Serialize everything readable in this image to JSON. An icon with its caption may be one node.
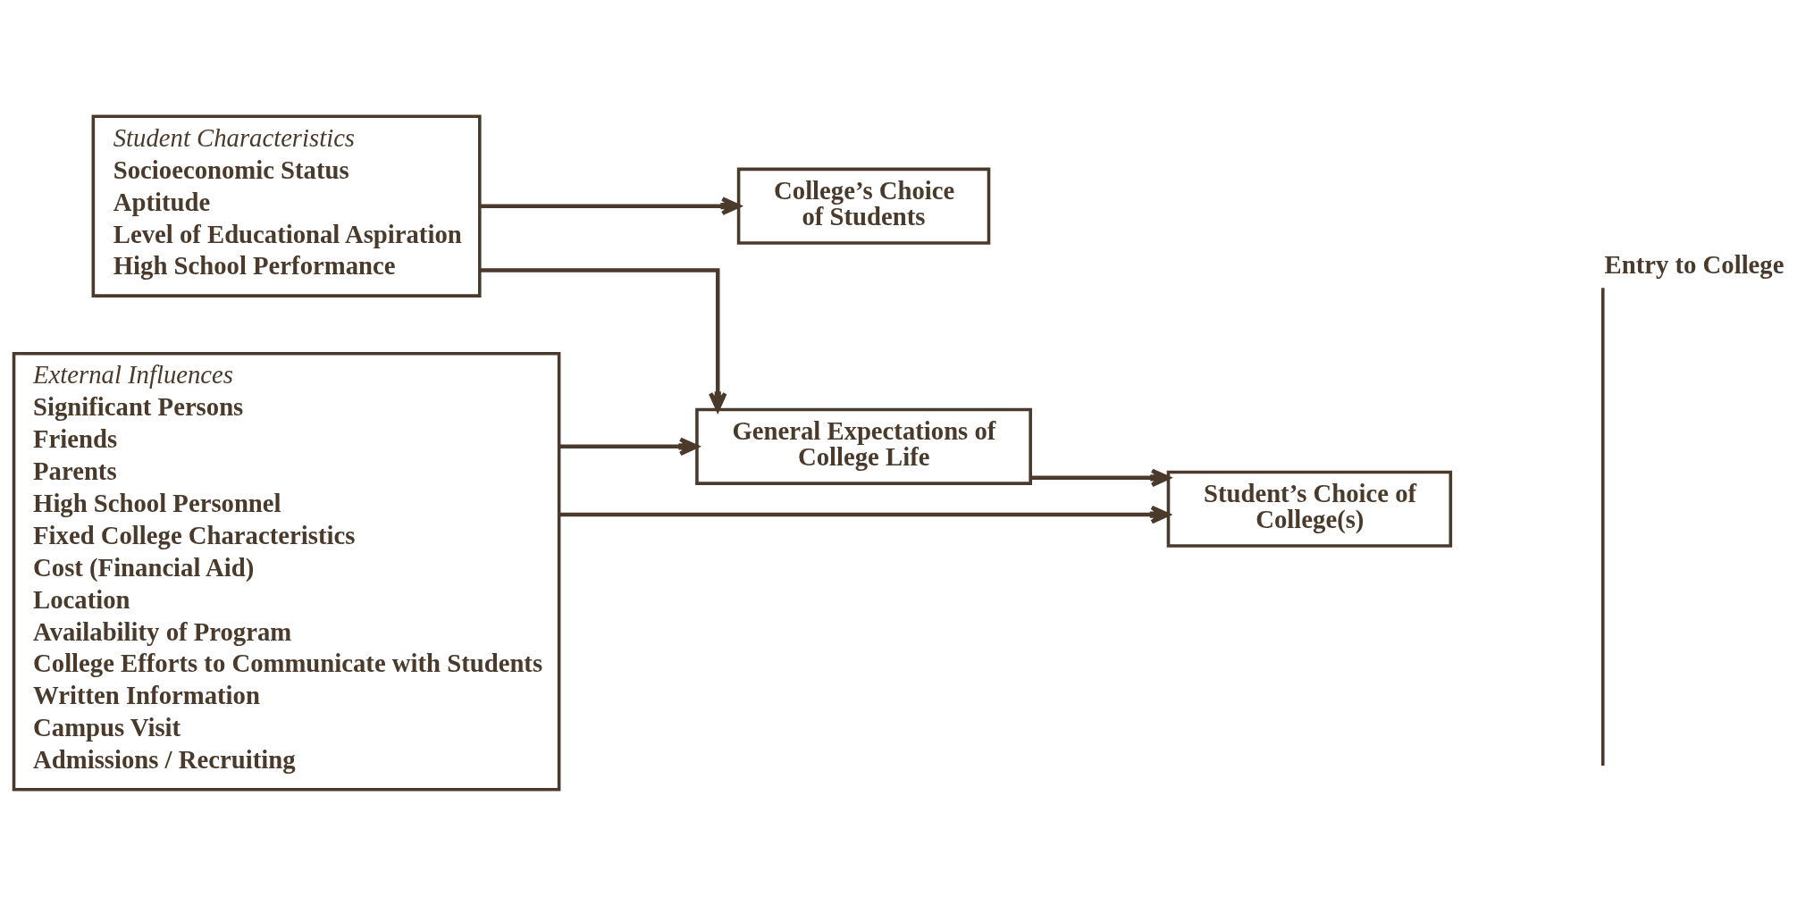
{
  "diagram": {
    "nodes": [
      {
        "text": [
          "Student Characteristics",
          "Socioeconomic Status",
          "Aptitude",
          "Level of Educational Aspiration",
          "High School Performance"
        ]
      },
      {
        "text": [
          "External Influences",
          "Significant Persons",
          "Friends",
          "Parents",
          "High School Personnel",
          "Fixed College Characteristics",
          "Cost (Financial Aid)",
          "Location",
          "Availability of Program",
          "College Efforts to Communicate with Students",
          "Written Information",
          "Campus Visit",
          "Admissions / Recruiting"
        ]
      },
      {
        "text": [
          "College’s Choice of Students"
        ]
      },
      {
        "text": [
          "General Expectations of College Life"
        ]
      },
      {
        "text": [
          "Student’s Choice of College(s)"
        ]
      }
    ],
    "edges": [
      {
        "from": 0,
        "to": 2,
        "arrow": "to"
      },
      {
        "from": 0,
        "to": 3,
        "arrow": "to"
      },
      {
        "from": 1,
        "to": 3,
        "arrow": "to"
      },
      {
        "from": 3,
        "to": 4,
        "arrow": "to"
      },
      {
        "from": 1,
        "to": 4,
        "arrow": "to"
      }
    ],
    "labels": [
      "Entry to College"
    ]
  }
}
